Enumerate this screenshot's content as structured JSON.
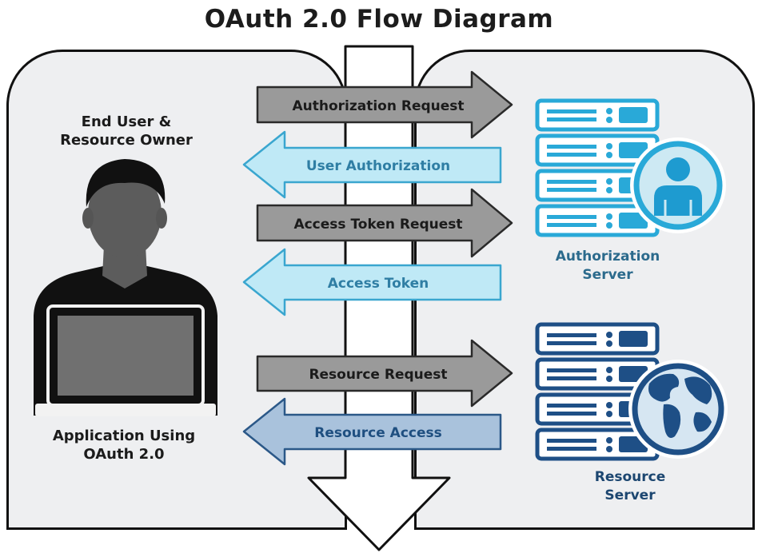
{
  "title": "OAuth 2.0 Flow Diagram",
  "client": {
    "user_label_line1": "End User &",
    "user_label_line2": "Resource Owner",
    "app_label_line1": "Application Using",
    "app_label_line2": "OAuth 2.0"
  },
  "auth_server": {
    "label_line1": "Authorization",
    "label_line2": "Server"
  },
  "resource_server": {
    "label_line1": "Resource",
    "label_line2": "Server"
  },
  "arrows": [
    {
      "label": "Authorization Request",
      "direction": "right",
      "style": "gray"
    },
    {
      "label": "User Authorization",
      "direction": "left",
      "style": "light-blue"
    },
    {
      "label": "Access Token Request",
      "direction": "right",
      "style": "gray"
    },
    {
      "label": "Access Token",
      "direction": "left",
      "style": "light-blue"
    },
    {
      "label": "Resource Request",
      "direction": "right",
      "style": "gray"
    },
    {
      "label": "Resource Access",
      "direction": "left",
      "style": "steel-blue"
    }
  ],
  "icons": {
    "user": "person-with-laptop-icon",
    "auth_server": "server-with-user-icon",
    "resource_server": "server-with-globe-icon",
    "flow": "down-arrow-icon"
  },
  "colors": {
    "gray_arrow": "#9a9a9a",
    "light_blue_arrow": "#bfe9f6",
    "steel_blue_arrow": "#a9c2dc",
    "auth_server_blue": "#29a9d8",
    "resource_server_navy": "#1e4f86"
  }
}
